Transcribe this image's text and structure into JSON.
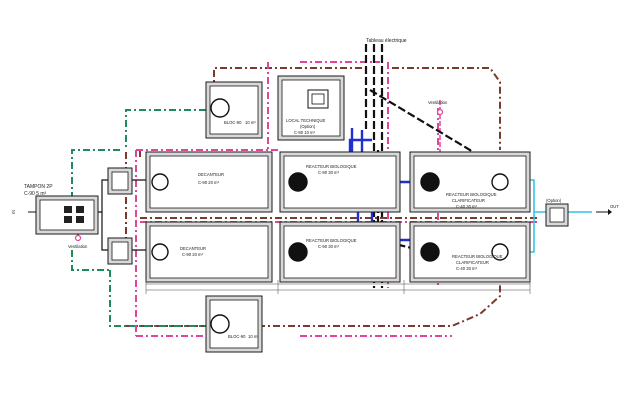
{
  "labels": {
    "top_title": "Tableau électrique",
    "in": "IN",
    "out": "OUT",
    "tampon_title": "TAMPON 2P",
    "tampon_cap": "C-90 5 m³",
    "vent_left": "Ventilation",
    "vent_right": "Ventilation",
    "bloc_top_title": "BLOC-90",
    "bloc_top_cap": "10 m³",
    "local_title": "LOCAL TECHNIQUE",
    "local_option": "(Option)",
    "local_cap": "C-90 10 m³",
    "dec_top_title": "DECANTEUR",
    "dec_top_cap": "C-90 20 m³",
    "dec_bot_title": "DECANTEUR",
    "dec_bot_cap": "C-90 20 m³",
    "bio_top_title": "REACTEUR BIOLOGIQUE",
    "bio_top_cap": "C-90 30 m³",
    "bio_bot_title": "REACTEUR BIOLOGIQUE",
    "bio_bot_cap": "C-90 30 m³",
    "clar_top_line1": "REACTEUR BIOLOGIQUE",
    "clar_top_line2": "CLARIFICATEUR",
    "clar_top_cap": "C-40 30 m³",
    "clar_bot_line1": "REACTEUR BIOLOGIQUE",
    "clar_bot_line2": "CLARIFICATEUR",
    "clar_bot_cap": "C-40 30 m³",
    "option": "(Option)",
    "bloc_bot_title": "BLOC-90",
    "bloc_bot_cap": "10 m³"
  },
  "colors": {
    "tank_outline": "#1a1a1a",
    "wall_fill": "#d9d9d9",
    "green_pipe": "#1f8a5a",
    "brown_pipe": "#7a3b2e",
    "pink_pipe": "#e0459a",
    "blue_pipe": "#1f2fd0",
    "cyan_pipe": "#33c4e0",
    "black_pipe": "#111111"
  }
}
